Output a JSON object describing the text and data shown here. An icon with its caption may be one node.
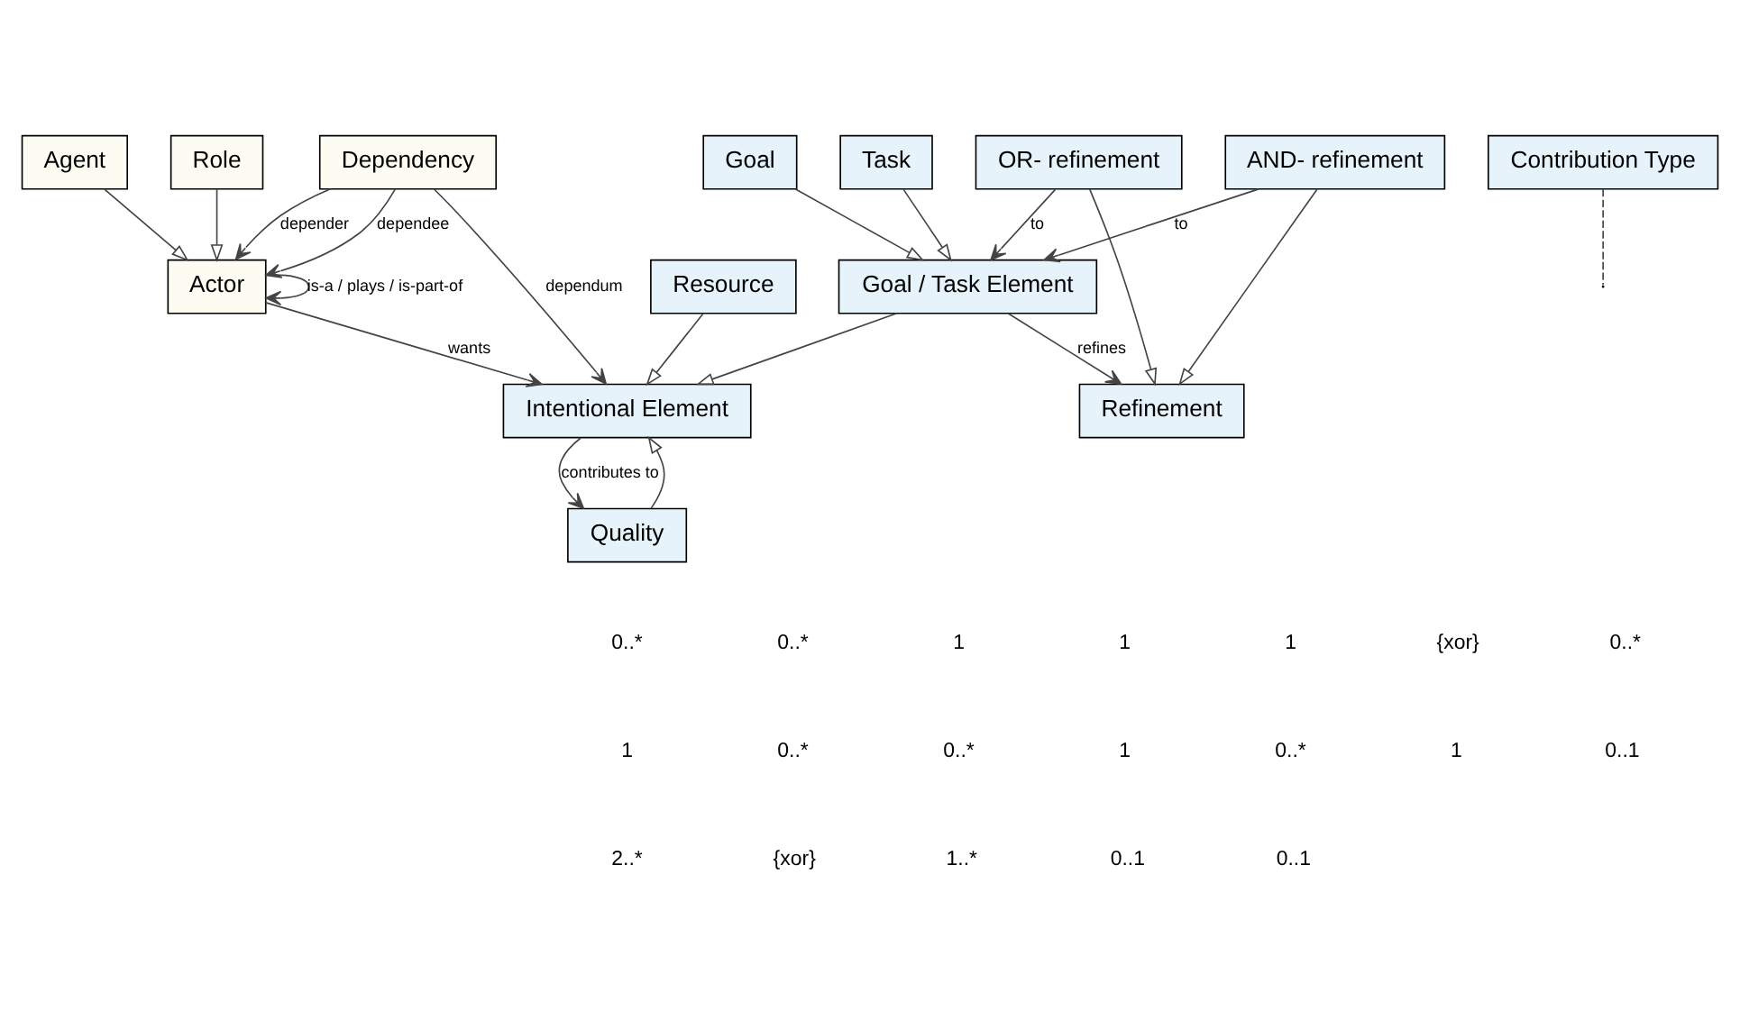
{
  "diagram": {
    "nodes": [
      {
        "text": [
          "Actor"
        ]
      },
      {
        "text": [
          "Agent"
        ]
      },
      {
        "text": [
          "Role"
        ]
      },
      {
        "text": [
          "Dependency"
        ]
      },
      {
        "text": [
          "Intentional Element"
        ]
      },
      {
        "text": [
          "Contribution Type"
        ]
      },
      {
        "text": [
          "Resource"
        ]
      },
      {
        "text": [
          "Quality"
        ]
      },
      {
        "text": [
          "Goal / Task Element"
        ]
      },
      {
        "text": [
          "Goal"
        ]
      },
      {
        "text": [
          "Task"
        ]
      },
      {
        "text": [
          "Refinement"
        ]
      },
      {
        "text": [
          "AND- refinement"
        ]
      },
      {
        "text": [
          "OR- refinement"
        ]
      }
    ],
    "edges": [
      {
        "from": 0,
        "to": 0,
        "arrow": "to",
        "label": "is-a / plays / is-part-of"
      },
      {
        "from": 1,
        "to": 0,
        "arrow": "to"
      },
      {
        "from": 2,
        "to": 0,
        "arrow": "to"
      },
      {
        "from": 3,
        "to": 0,
        "arrow": "to",
        "label": "dependee"
      },
      {
        "from": 3,
        "to": 0,
        "arrow": "to",
        "label": "depender"
      },
      {
        "from": 0,
        "to": 4,
        "arrow": "to",
        "label": "wants"
      },
      {
        "from": 3,
        "to": 4,
        "arrow": "to",
        "label": "dependum"
      },
      {
        "from": 4,
        "to": 7,
        "arrow": "to",
        "label": "contributes to"
      },
      {
        "from": 5,
        "to": null,
        "arrow": "none",
        "style": "dashed"
      },
      {
        "from": 6,
        "to": 4,
        "arrow": "to"
      },
      {
        "from": 7,
        "to": 4,
        "arrow": "to"
      },
      {
        "from": 8,
        "to": 4,
        "arrow": "to"
      },
      {
        "from": 9,
        "to": 8,
        "arrow": "to"
      },
      {
        "from": 10,
        "to": 8,
        "arrow": "to"
      },
      {
        "from": 8,
        "to": 11,
        "arrow": "to",
        "label": "refines"
      },
      {
        "from": 12,
        "to": 11,
        "arrow": "to"
      },
      {
        "from": 13,
        "to": 11,
        "arrow": "to"
      },
      {
        "from": 12,
        "to": 8,
        "arrow": "to",
        "label": "to"
      },
      {
        "from": 13,
        "to": 8,
        "arrow": "to",
        "label": "to"
      }
    ],
    "labels": [
      "0..*",
      "0..*",
      "1",
      "1",
      "1",
      "{xor}",
      "0..*",
      "1",
      "0..*",
      "0..*",
      "1",
      "0..*",
      "1",
      "0..1",
      "2..*",
      "{xor}",
      "1..*",
      "0..1",
      "0..1"
    ]
  }
}
